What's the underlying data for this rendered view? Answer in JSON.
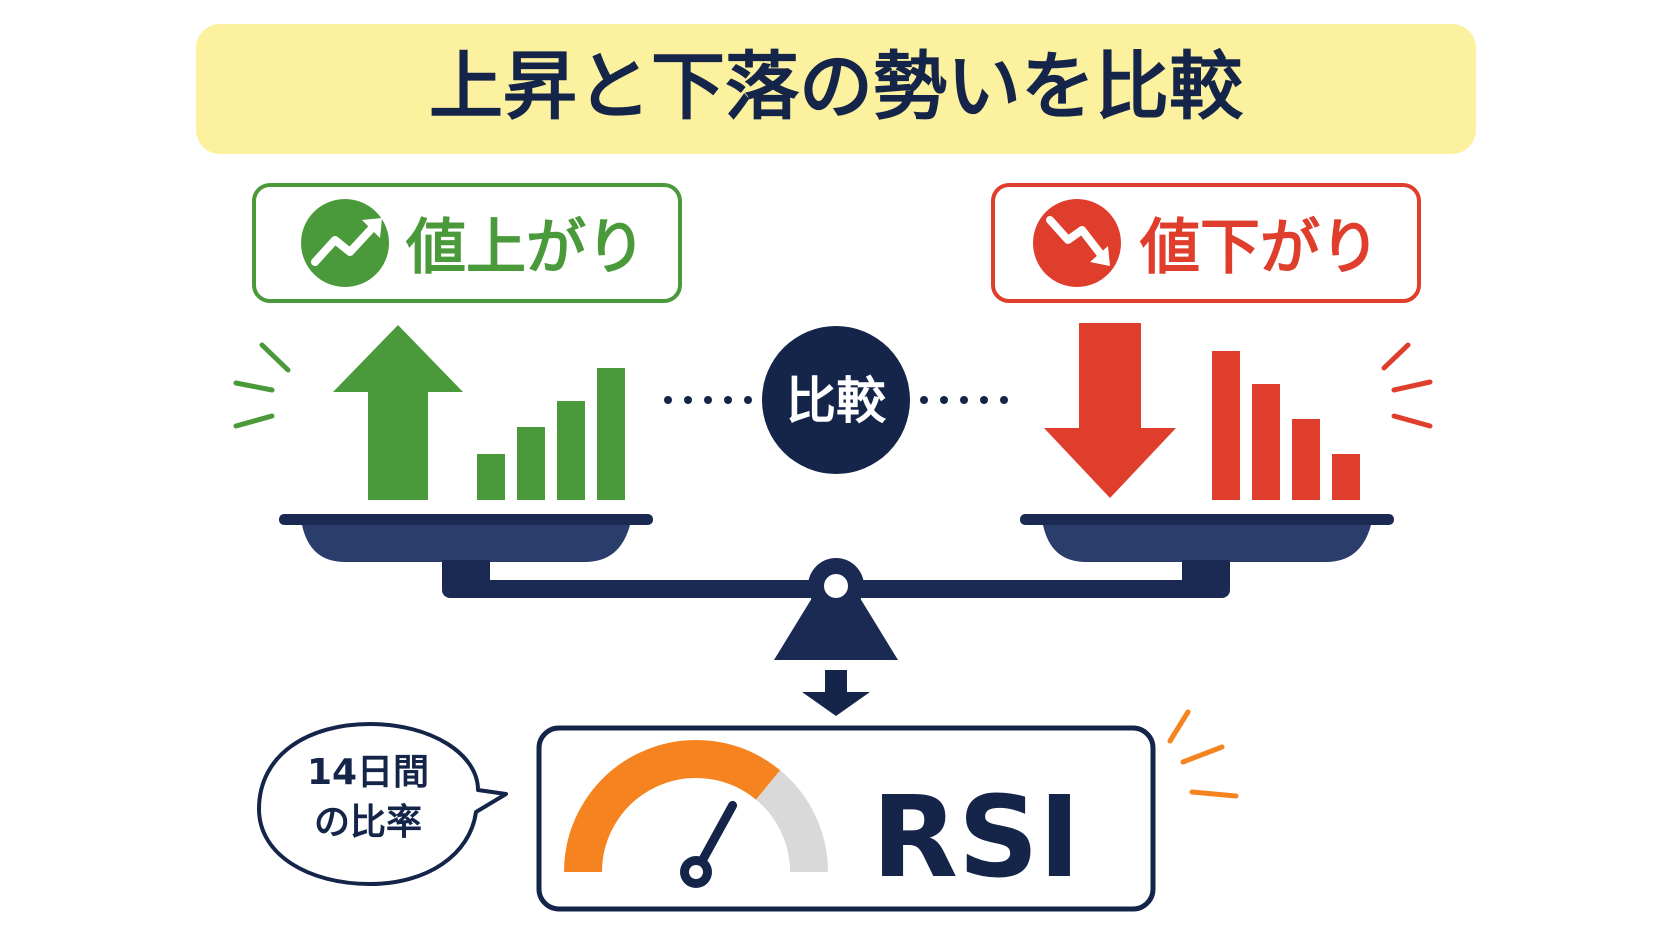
{
  "title": "上昇と下落の勢いを比較",
  "left_label": "値上がり",
  "right_label": "値下がり",
  "compare_label": "比較",
  "speech_line1": "14日間",
  "speech_line2": "の比率",
  "rsi_label": "RSI",
  "gauge_level": 0.72,
  "icons": {
    "left": "trending-up-icon",
    "right": "trending-down-icon"
  },
  "colors": {
    "title_bg": "#fbf19f",
    "navy": "#15254a",
    "green": "#4a9a3c",
    "red": "#e03e2d",
    "orange": "#f5831f",
    "gauge_rest": "#d9d9d9"
  }
}
